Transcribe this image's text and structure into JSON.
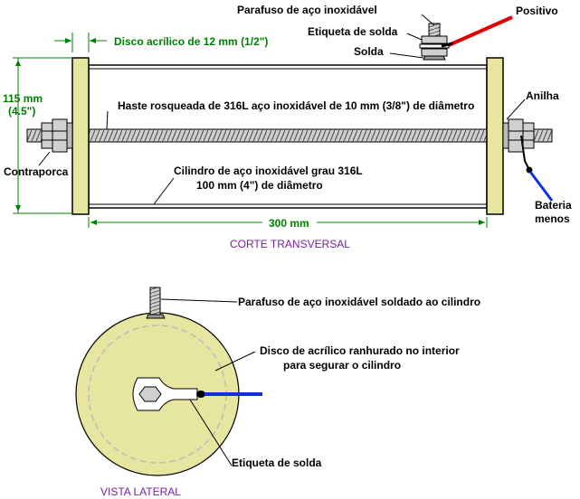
{
  "colors": {
    "acrylic": "#e6e6a0",
    "dimension": "#008000",
    "positive_wire": "#e00000",
    "negative_wire": "#1030e0",
    "title": "#7a1fa2"
  },
  "cross_section": {
    "title": "CORTE TRANSVERSAL",
    "labels": {
      "stainless_screw": "Parafuso de aço inoxidável",
      "positive": "Positivo",
      "solder_tag": "Etiqueta de solda",
      "solder": "Solda",
      "acrylic_disc": "Disco acrílico de 12 mm (1/2\")",
      "height_mm": "115 mm",
      "height_in": "(4.5\")",
      "threaded_rod": "Haste rosqueada de 316L aço inoxidável de 10 mm (3/8\") de diâmetro",
      "ring": "Anilha",
      "locknut": "Contraporca",
      "cylinder_line1": "Cilindro de aço inoxidável grau 316L",
      "cylinder_line2": "100 mm (4\") de diâmetro",
      "battery_line1": "Bateria",
      "battery_line2": "menos",
      "length": "300 mm"
    }
  },
  "side_view": {
    "title": "VISTA LATERAL",
    "labels": {
      "welded_screw": "Parafuso de aço inoxidável soldado ao cilindro",
      "grooved_disc_line1": "Disco de acrílico ranhurado no interior",
      "grooved_disc_line2": "para segurar o cilindro",
      "solder_tag": "Etiqueta de solda"
    }
  }
}
